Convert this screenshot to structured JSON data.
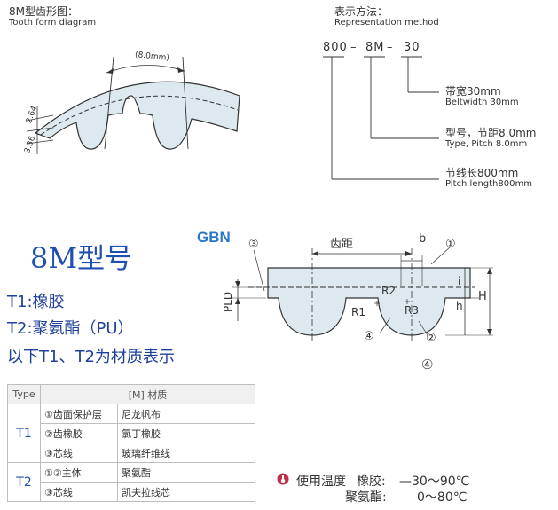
{
  "tooth_form": {
    "title_cn": "8M型齿形图：",
    "title_en": "Tooth form diagram",
    "dim_pitch": "(8.0mm)",
    "dim_a": "2.64",
    "dim_b": "3.36"
  },
  "representation": {
    "title_cn": "表示方法：",
    "title_en": "Representation method",
    "code_a": "800",
    "dash1": "–",
    "code_b": "8M",
    "dash2": "–",
    "code_c": "30",
    "items": [
      {
        "cn": "带宽30mm",
        "en": "Beltwidth 30mm"
      },
      {
        "cn": "型号，节距8.0mm",
        "en": "Type, Pitch 8.0mm"
      },
      {
        "cn": "节线长800mm",
        "en": "Pitch length800mm"
      }
    ]
  },
  "model": {
    "title_code": "8M",
    "title_cn": "型号",
    "t1": "T1:橡胶",
    "t2": "T2:聚氨酯（PU）",
    "note": "以下T1、T2为材质表示"
  },
  "section": {
    "brand": "GBN",
    "pitch_label": "齿距",
    "b": "b",
    "c1": "①",
    "c2": "②",
    "c3": "③",
    "c4": "④",
    "R1": "R1",
    "R2": "R2",
    "R3": "R3",
    "H": "H",
    "h": "h",
    "i": "i",
    "PLD": "PLD",
    "figure_no": "④"
  },
  "table": {
    "headers": [
      "Type",
      "[M] 材质"
    ],
    "groups": [
      {
        "type": "T1",
        "rows": [
          [
            "①齿面保护层",
            "尼龙帆布"
          ],
          [
            "②齿橡胶",
            "氯丁橡胶"
          ],
          [
            "③芯线",
            "玻璃纤维线"
          ]
        ]
      },
      {
        "type": "T2",
        "rows": [
          [
            "①②主体",
            "聚氨酯"
          ],
          [
            "③芯线",
            "凯夫拉线芯"
          ]
        ]
      }
    ]
  },
  "temperature": {
    "label": "使用温度",
    "rubber_label": "橡胶:",
    "rubber_range": "—30～90℃",
    "pu_label": "聚氨酯:",
    "pu_range": "0～80℃"
  },
  "colors": {
    "belt_fill": "#dde9ee",
    "title_blue": "#1f4fb0",
    "gbn_blue": "#2a74c9",
    "icon_red": "#c0304a"
  }
}
